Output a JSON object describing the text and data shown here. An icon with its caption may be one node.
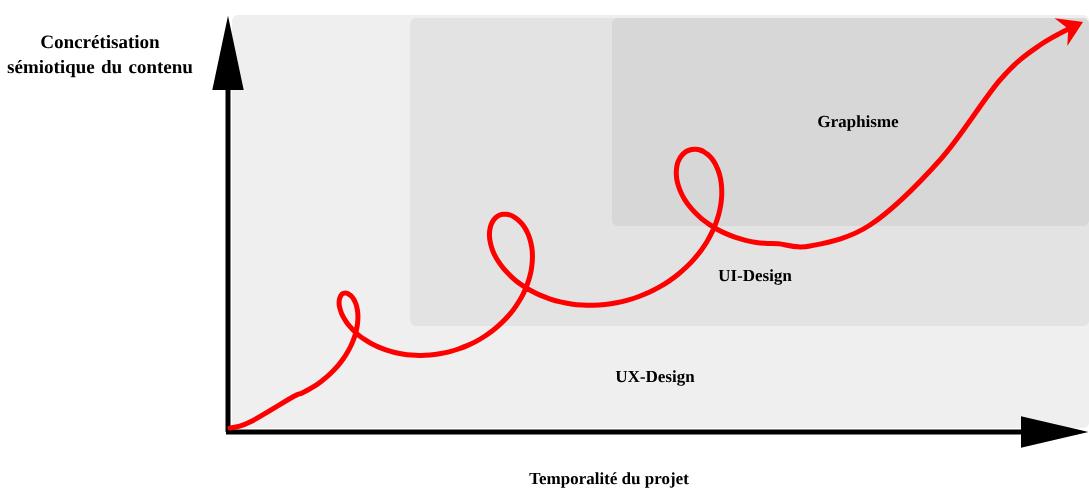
{
  "diagram": {
    "nodes": [
      {
        "text": [
          "UX-Design"
        ]
      },
      {
        "text": [
          "UI-Design"
        ],
        "in": 0
      },
      {
        "text": [
          "Graphisme"
        ],
        "in": 1
      }
    ],
    "labels": [
      "Concrétisation sémiotique du contenu",
      "Temporalité du projet"
    ]
  }
}
